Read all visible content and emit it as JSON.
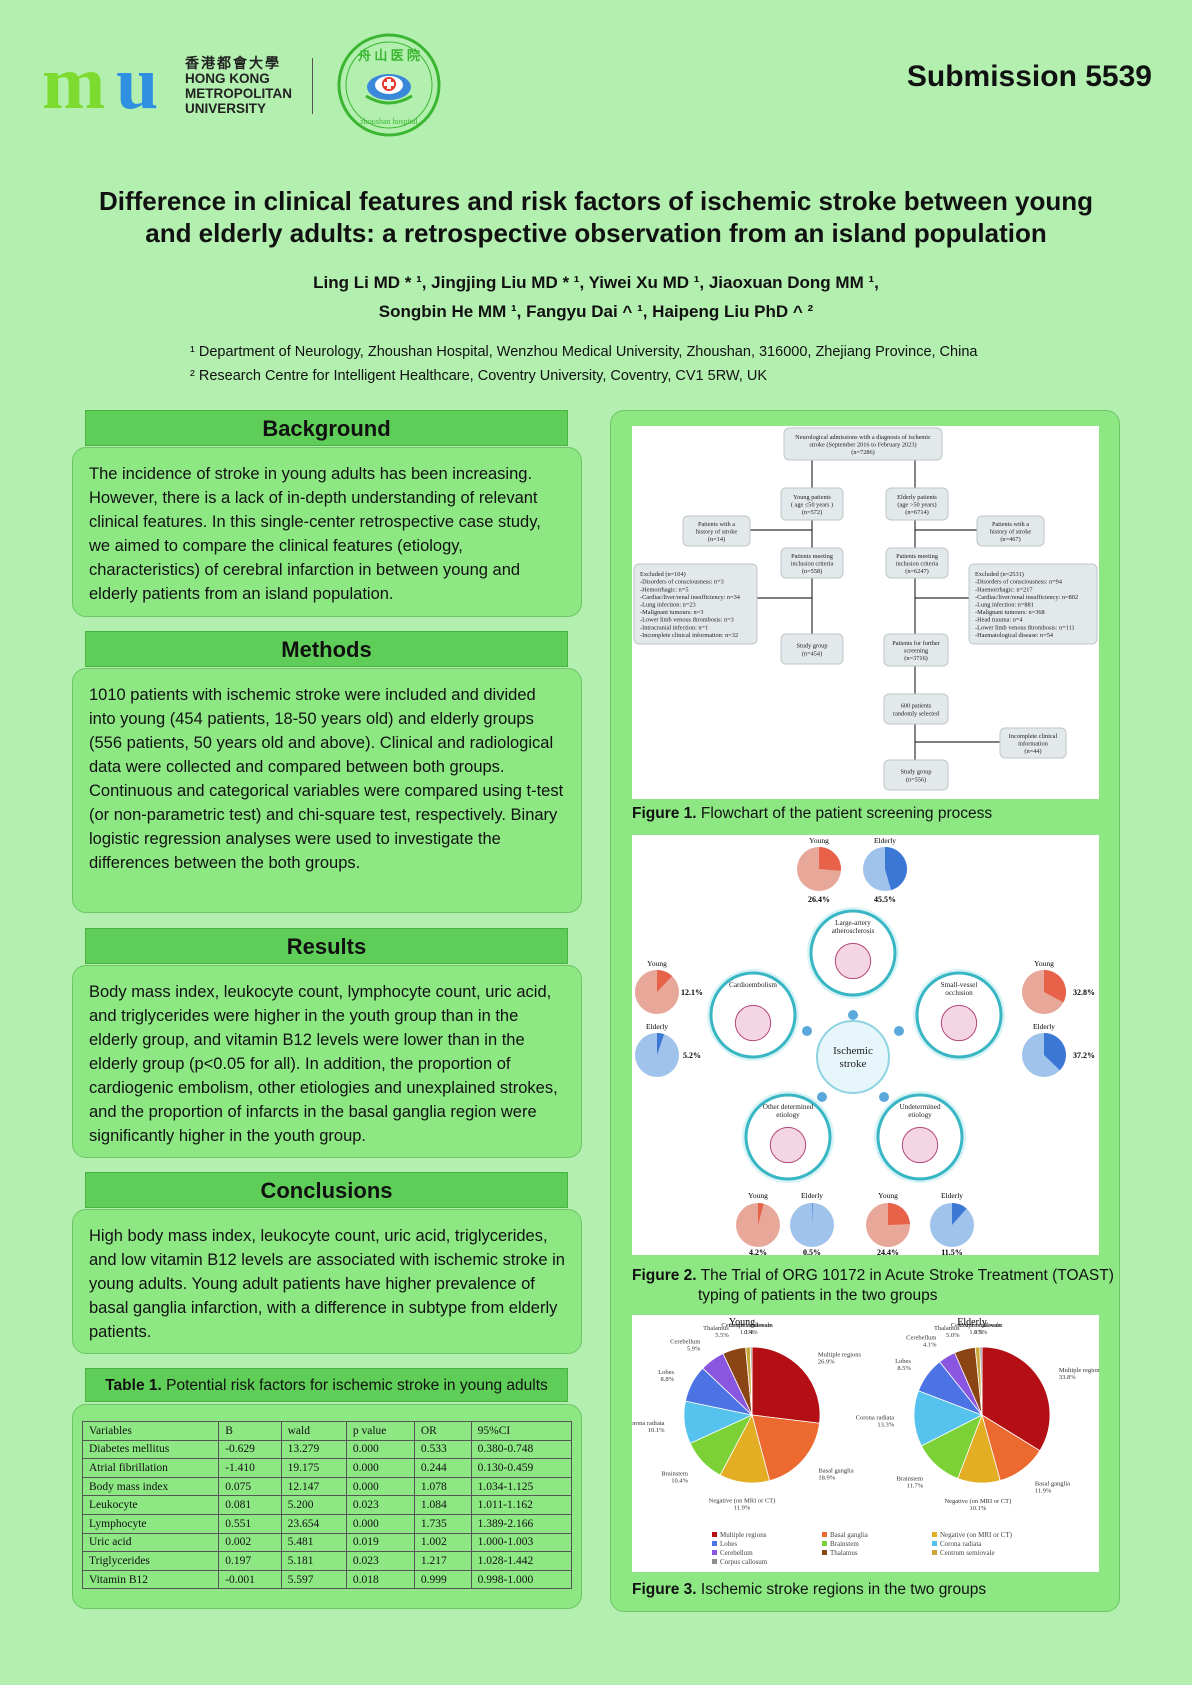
{
  "header": {
    "university_cn": "香港都會大學",
    "university_en": [
      "HONG KONG",
      "METROPOLITAN",
      "UNIVERSITY"
    ],
    "hospital_logo_text": "zhoushan hospital",
    "submission": "Submission 5539"
  },
  "title": [
    "Difference in clinical features and risk factors of ischemic stroke between young",
    "and elderly adults: a retrospective observation from an island population"
  ],
  "authors": [
    "Ling Li MD * ¹, Jingjing Liu MD * ¹, Yiwei Xu MD ¹, Jiaoxuan Dong MM ¹,",
    "Songbin He MM ¹, Fangyu Dai ^ ¹, Haipeng Liu PhD ^ ²"
  ],
  "affiliations": [
    "¹ Department of Neurology, Zhoushan Hospital, Wenzhou Medical University, Zhoushan, 316000, Zhejiang Province, China",
    "² Research Centre for Intelligent Healthcare, Coventry University, Coventry, CV1 5RW, UK"
  ],
  "sections": {
    "background": {
      "heading": "Background",
      "text": "The incidence of stroke in young adults has been increasing. However, there is a lack of in-depth understanding of relevant clinical features. In this single-center retrospective case study, we aimed to compare the clinical features (etiology, characteristics) of cerebral infarction in between young and elderly patients from an island population."
    },
    "methods": {
      "heading": "Methods",
      "text": "1010 patients with ischemic stroke were included and divided into young (454 patients, 18-50 years old) and elderly groups (556 patients, 50 years old and above). Clinical and radiological data were collected and compared between both groups. Continuous and categorical variables were compared using t-test (or non-parametric test) and chi-square test, respectively. Binary logistic regression analyses were used to investigate the differences between the both groups."
    },
    "results": {
      "heading": "Results",
      "text": "Body mass index, leukocyte count, lymphocyte count, uric acid, and triglycerides were higher in the youth group than in the elderly group, and vitamin B12 levels were lower than in the elderly group (p<0.05 for all). In addition, the proportion of cardiogenic embolism, other etiologies and unexplained strokes, and the proportion of infarcts in the basal ganglia region were significantly higher in the youth group."
    },
    "conclusions": {
      "heading": "Conclusions",
      "text": "High body mass index, leukocyte count, uric acid, triglycerides, and low vitamin B12 levels are associated with ischemic stroke in young adults. Young adult patients have higher prevalence of basal ganglia infarction, with a difference in subtype from elderly patients."
    }
  },
  "table1": {
    "caption_bold": "Table 1.",
    "caption": "Potential risk factors for ischemic stroke in young adults",
    "columns": [
      "Variables",
      "B",
      "wald",
      "p value",
      "OR",
      "95%CI"
    ],
    "rows": [
      [
        "Diabetes mellitus",
        "-0.629",
        "13.279",
        "0.000",
        "0.533",
        "0.380-0.748"
      ],
      [
        "Atrial fibrillation",
        "-1.410",
        "19.175",
        "0.000",
        "0.244",
        "0.130-0.459"
      ],
      [
        "Body mass index",
        "0.075",
        "12.147",
        "0.000",
        "1.078",
        "1.034-1.125"
      ],
      [
        "Leukocyte",
        "0.081",
        "5.200",
        "0.023",
        "1.084",
        "1.011-1.162"
      ],
      [
        "Lymphocyte",
        "0.551",
        "23.654",
        "0.000",
        "1.735",
        "1.389-2.166"
      ],
      [
        "Uric acid",
        "0.002",
        "5.481",
        "0.019",
        "1.002",
        "1.000-1.003"
      ],
      [
        "Triglycerides",
        "0.197",
        "5.181",
        "0.023",
        "1.217",
        "1.028-1.442"
      ],
      [
        "Vitamin B12",
        "-0.001",
        "5.597",
        "0.018",
        "0.999",
        "0.998-1.000"
      ]
    ]
  },
  "figure1": {
    "caption_bold": "Figure 1.",
    "caption": "Flowchart of the patient screening process",
    "boxes": {
      "top": [
        "Neurological admissions with a diagnosis of ischemic",
        "stroke (September 2016 to February 2023)",
        "(n=7286)"
      ],
      "young": [
        "Young patients",
        "( age ≤50 years )",
        "(n=572)"
      ],
      "elderly": [
        "Elderly patients",
        "(age >50 years)",
        "(n=6714)"
      ],
      "y_hist": [
        "Patients with a",
        "history of stroke",
        "(n=14)"
      ],
      "e_hist": [
        "Patients with a",
        "history of stroke",
        "(n=467)"
      ],
      "y_meet": [
        "Patients meeting",
        "inclusion criteria",
        "(n=558)"
      ],
      "e_meet": [
        "Patients meeting",
        "inclusion criteria",
        "(n=6247)"
      ],
      "y_excl": [
        "Excluded (n=104)",
        "-Disorders of consciousness: n=3",
        "-Hemorrhagic: n=5",
        "-Cardiac/liver/renal insufficiency: n=34",
        "-Lung infection: n=23",
        "-Malignant tumours: n=3",
        "-Lower limb venous thrombosis: n=3",
        "-Intracranial infection: n=1",
        "-Incomplete clinical information: n=32"
      ],
      "e_excl": [
        "Excluded (n=2531)",
        "-Disorders of consciousness: n=94",
        "-Haemorrhagic: n=217",
        "-Cardiac/liver/renal insufficiency: n=802",
        "-Lung infection: n=881",
        "-Malignant tumours: n=368",
        "-Head trauma: n=4",
        "-Lower limb venous thrombosis: n=111",
        "-Haematological disease: n=54"
      ],
      "y_study": [
        "Study group",
        "(n=454)"
      ],
      "e_further": [
        "Patients for further",
        "screening",
        "(n=3716)"
      ],
      "e_600": [
        "600 patients",
        "randomly selected"
      ],
      "e_incomplete": [
        "Incomplete clinical",
        "information",
        "(n=44)"
      ],
      "e_study": [
        "Study group",
        "(n=556)"
      ]
    }
  },
  "figure2": {
    "caption_bold": "Figure 2.",
    "caption": [
      "The Trial of ORG 10172 in Acute Stroke Treatment (TOAST)",
      "typing of patients in the two groups"
    ],
    "center": [
      "Ischemic",
      "stroke"
    ],
    "labels": {
      "young": "Young",
      "elderly": "Elderly"
    },
    "subtypes": {
      "laa": {
        "name": [
          "Large-artery",
          "atherosclerosis"
        ],
        "young": 26.4,
        "elderly": 45.5,
        "young_label": "26.4%",
        "elderly_label": "45.5%"
      },
      "ce": {
        "name": [
          "Cardioembolism"
        ],
        "young": 12.1,
        "elderly": 5.2,
        "young_label": "12.1%",
        "elderly_label": "5.2%"
      },
      "svo": {
        "name": [
          "Small-vessel",
          "occlusion"
        ],
        "young": 32.8,
        "elderly": 37.2,
        "young_label": "32.8%",
        "elderly_label": "37.2%"
      },
      "ode": {
        "name": [
          "Other determined",
          "etiology"
        ],
        "young": 4.2,
        "elderly": 0.5,
        "young_label": "4.2%",
        "elderly_label": "0.5%"
      },
      "ude": {
        "name": [
          "Undetermined",
          "etiology"
        ],
        "young": 24.4,
        "elderly": 11.5,
        "young_label": "24.4%",
        "elderly_label": "11.5%"
      }
    },
    "colors": {
      "young_fill": "#e8624a",
      "young_bg": "#e7a89a",
      "elderly_fill": "#3b78d6",
      "elderly_bg": "#9fc3ea"
    }
  },
  "figure3": {
    "caption_bold": "Figure 3.",
    "caption": "Ischemic stroke regions in the two groups",
    "chart_data": [
      {
        "type": "pie",
        "title": "Young",
        "categories": [
          "Multiple regions",
          "Basal ganglia",
          "Negative (on MRI or CT)",
          "Brainstem",
          "Corona radiata",
          "Lobes",
          "Cerebellum",
          "Thalamus",
          "Centrum semiovale",
          "Corpus callosum"
        ],
        "values": [
          26.9,
          18.9,
          11.9,
          10.4,
          10.1,
          8.8,
          5.9,
          5.5,
          1.1,
          0.4
        ],
        "labels": [
          "26.9%",
          "18.9%",
          "11.9%",
          "10.4%",
          "10.1%",
          "8.8%",
          "5.9%",
          "5.5%",
          "1.1%",
          "0.4%"
        ]
      },
      {
        "type": "pie",
        "title": "Elderly",
        "categories": [
          "Multiple regions",
          "Basal ganglia",
          "Negative (on MRI or CT)",
          "Brainstem",
          "Corona radiata",
          "Lobes",
          "Cerebellum",
          "Thalamus",
          "Centrum semiovale",
          "Corpus callosum"
        ],
        "values": [
          33.8,
          11.9,
          10.1,
          11.7,
          13.3,
          8.5,
          4.1,
          5.0,
          1.1,
          0.5
        ],
        "labels": [
          "33.8%",
          "11.9%",
          "10.1%",
          "11.7%",
          "13.3%",
          "8.5%",
          "4.1%",
          "5.0%",
          "1.1%",
          "0.5%"
        ]
      }
    ],
    "colors": [
      "#b30f14",
      "#ec6a30",
      "#e3ad24",
      "#7cd136",
      "#56c3ef",
      "#4b73e4",
      "#8a56e0",
      "#8b4414",
      "#c9a83a",
      "#8e8e8e"
    ],
    "legend": [
      "Multiple regions",
      "Basal ganglia",
      "Negative (on MRI or CT)",
      "Lobes",
      "Brainstem",
      "Corona radiata",
      "Cerebellum",
      "Thalamus",
      "Centrum semiovale",
      "Corpus callosum"
    ]
  }
}
